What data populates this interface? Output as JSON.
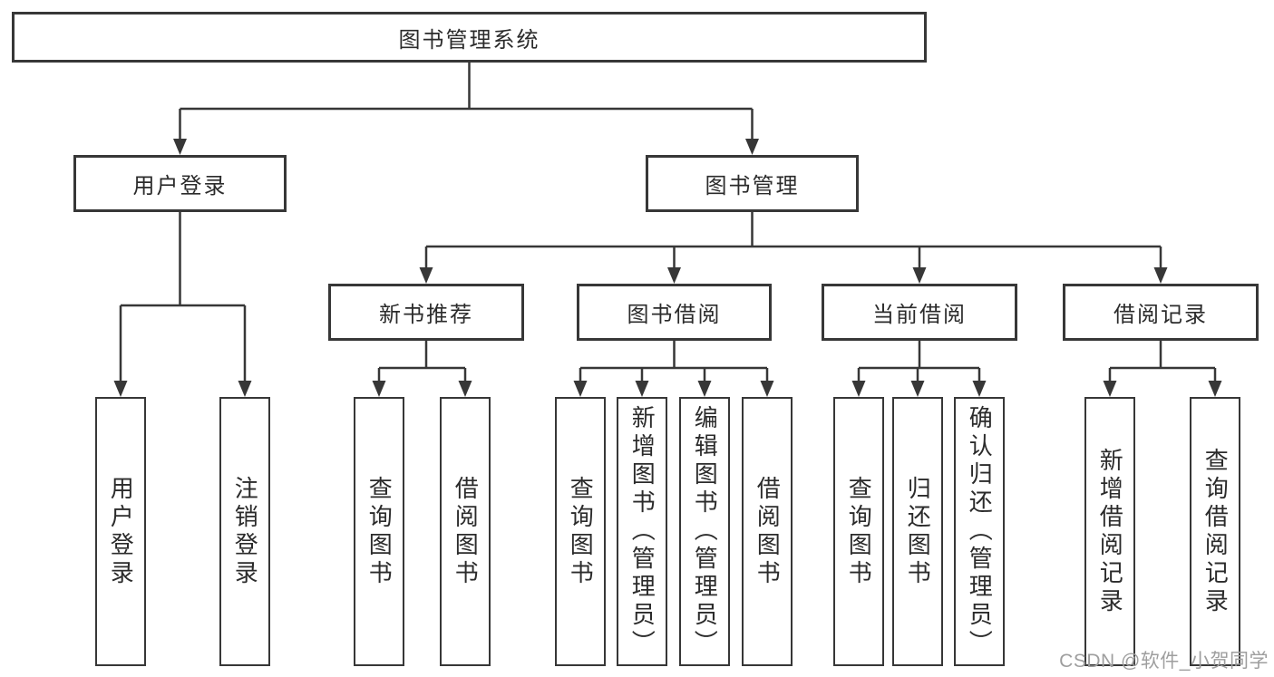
{
  "diagram_title": "图书管理系统",
  "tree": {
    "label": "图书管理系统",
    "children": [
      {
        "label": "用户登录",
        "children": [
          {
            "label": "用户登录"
          },
          {
            "label": "注销登录"
          }
        ]
      },
      {
        "label": "图书管理",
        "children": [
          {
            "label": "新书推荐",
            "children": [
              {
                "label": "查询图书"
              },
              {
                "label": "借阅图书"
              }
            ]
          },
          {
            "label": "图书借阅",
            "children": [
              {
                "label": "查询图书"
              },
              {
                "label": "新增图书（管理员）"
              },
              {
                "label": "编辑图书（管理员）"
              },
              {
                "label": "借阅图书"
              }
            ]
          },
          {
            "label": "当前借阅",
            "children": [
              {
                "label": "查询图书"
              },
              {
                "label": "归还图书"
              },
              {
                "label": "确认归还（管理员）"
              }
            ]
          },
          {
            "label": "借阅记录",
            "children": [
              {
                "label": "新增借阅记录"
              },
              {
                "label": "查询借阅记录"
              }
            ]
          }
        ]
      }
    ]
  },
  "watermark": "CSDN @软件_小贺同学",
  "colors": {
    "line": "#373737",
    "text": "#2b2b2b",
    "box_background": "#ffffff",
    "page_background": "#ffffff",
    "watermark": "#9e9e9e"
  }
}
